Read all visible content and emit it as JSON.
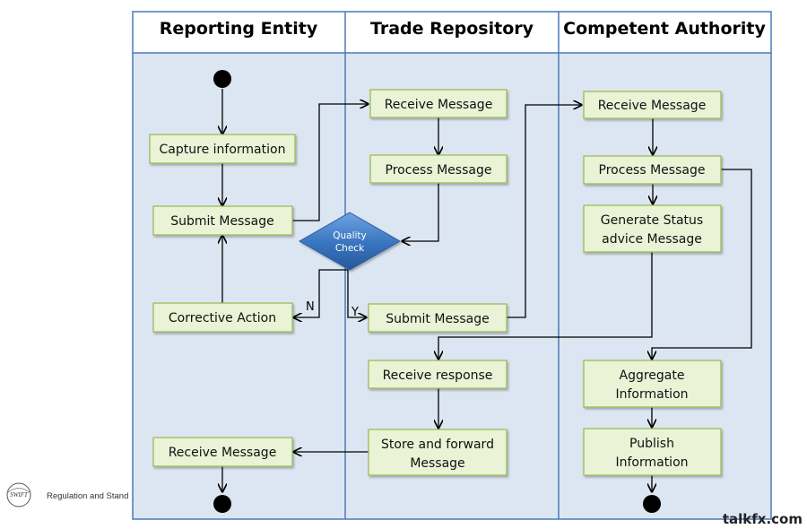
{
  "lanes": {
    "reporting_entity": "Reporting Entity",
    "trade_repository": "Trade Repository",
    "competent_authority": "Competent Authority"
  },
  "nodes": {
    "capture_information": [
      "Capture information"
    ],
    "submit_message_re": [
      "Submit Message"
    ],
    "corrective_action": [
      "Corrective Action"
    ],
    "receive_message_re": [
      "Receive Message"
    ],
    "receive_message_tr": [
      "Receive Message"
    ],
    "process_message_tr": [
      "Process Message"
    ],
    "submit_message_tr": [
      "Submit Message"
    ],
    "receive_response": [
      "Receive response"
    ],
    "store_and_forward": [
      "Store and forward",
      "Message"
    ],
    "receive_message_ca": [
      "Receive Message"
    ],
    "process_message_ca": [
      "Process Message"
    ],
    "generate_status": [
      "Generate Status",
      "advice Message"
    ],
    "aggregate_information": [
      "Aggregate",
      "Information"
    ],
    "publish_information": [
      "Publish",
      "Information"
    ]
  },
  "decision": [
    "Quality",
    "Check"
  ],
  "edge_labels": {
    "no": "N",
    "yes": "Y"
  },
  "footer": {
    "logo_text": "SWIFT",
    "caption": "Regulation and Stand"
  },
  "watermark": "talkfx.com",
  "colors": {
    "lane_fill": "#dce6f2",
    "header_fill": "#ffffff",
    "lane_border": "#4a7ab8",
    "box_fill": "#eaf3d6",
    "box_border": "#9bbb59",
    "diamond_fill": "#3b78c2"
  }
}
